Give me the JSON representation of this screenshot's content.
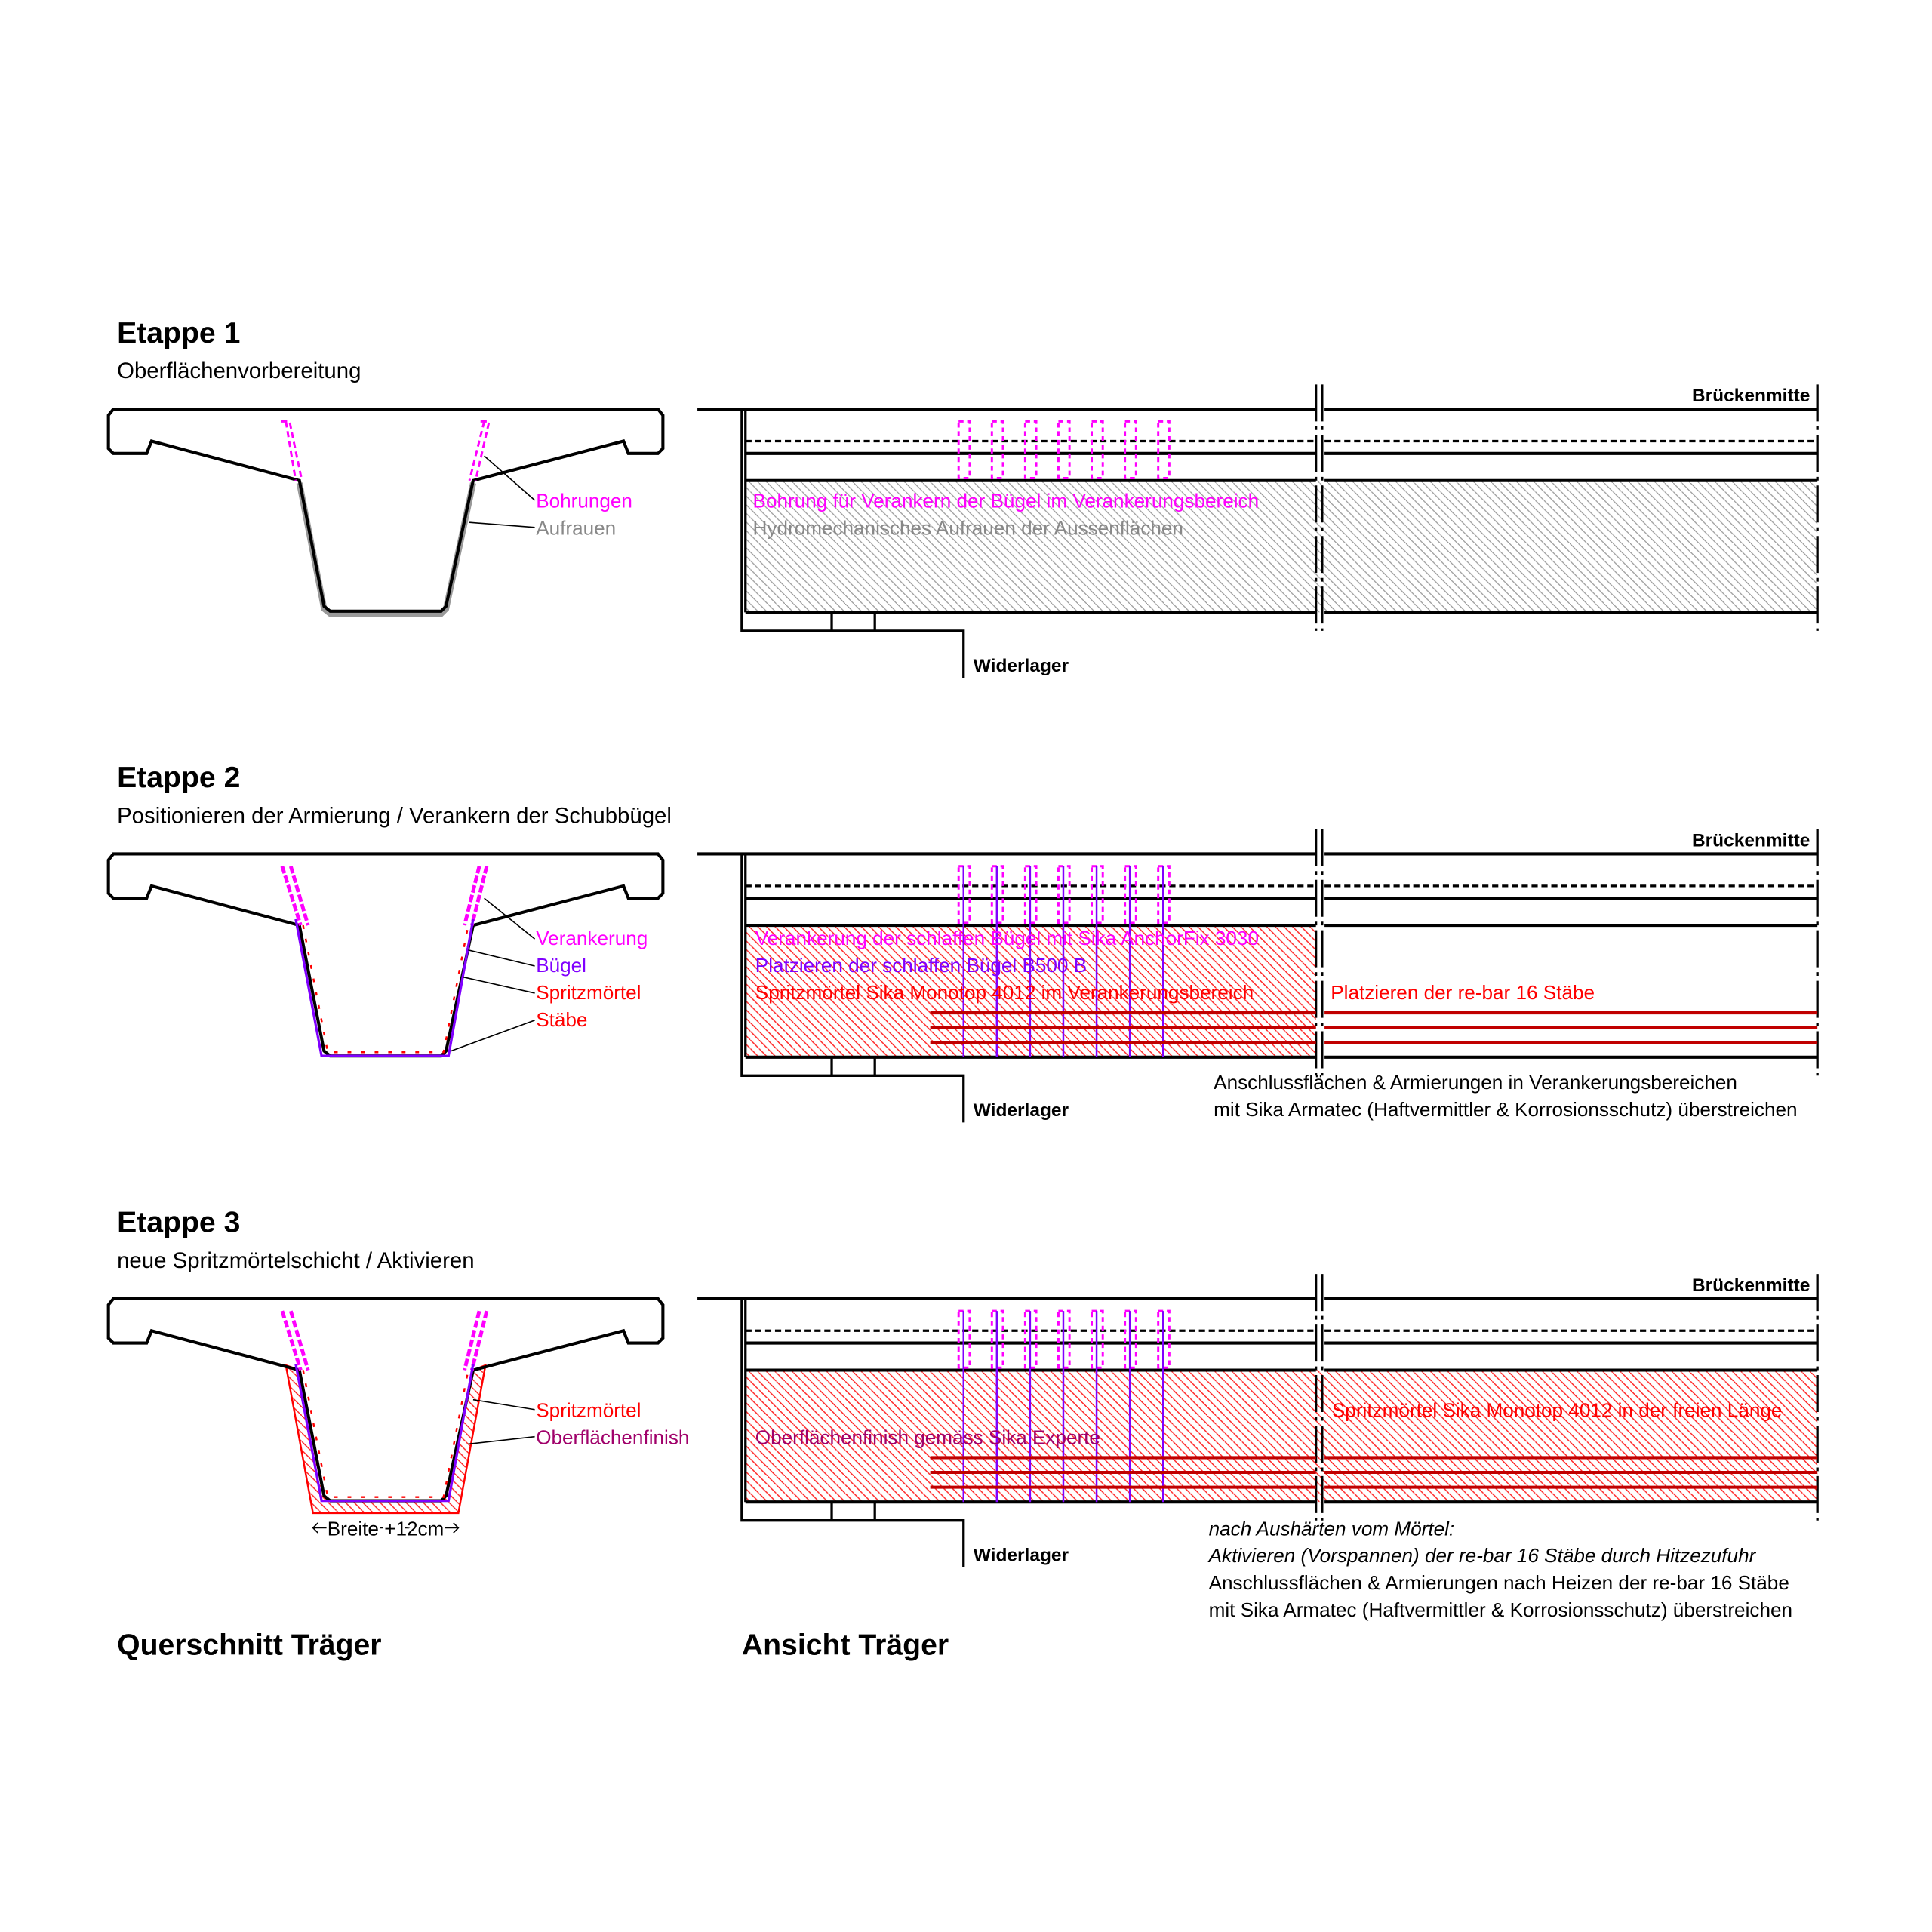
{
  "colors": {
    "magenta": "#ff00ff",
    "purple": "#8000ff",
    "red": "#ff0000",
    "darkred": "#c00000",
    "gray": "#888888"
  },
  "stages": [
    {
      "title": "Etappe 1",
      "subtitle": "Oberflächenvorbereitung",
      "section_labels": [
        "Bohrungen",
        "Aufrauen"
      ],
      "view_labels": [
        "Bohrung für Verankern der Bügel im Verankerungsbereich",
        "Hydromechanisches Aufrauen der Aussenflächen"
      ],
      "midspan": "Brückenmitte",
      "support": "Widerlager"
    },
    {
      "title": "Etappe 2",
      "subtitle": "Positionieren der Armierung / Verankern der Schubbügel",
      "section_labels": [
        "Verankerung",
        "Bügel",
        "Spritzmörtel",
        "Stäbe"
      ],
      "view_labels": [
        "Verankerung der schlaffen Bügel mit Sika AnchorFix 3030",
        "Platzieren der schlaffen Bügel B500 B",
        "Spritzmörtel Sika Monotop 4012 im Verankerungsbereich",
        "Platzieren der re-bar 16 Stäbe"
      ],
      "note": [
        "Anschlussflächen & Armierungen in Verankerungsbereichen",
        "mit Sika Armatec (Haftvermittler & Korrosionsschutz) überstreichen"
      ],
      "midspan": "Brückenmitte",
      "support": "Widerlager"
    },
    {
      "title": "Etappe 3",
      "subtitle": "neue Spritzmörtelschicht / Aktivieren",
      "section_labels": [
        "Spritzmörtel",
        "Oberflächenfinish"
      ],
      "width_label": "Breite +12cm",
      "view_labels": [
        "Spritzmörtel Sika Monotop 4012 in der freien Länge",
        "Oberflächenfinish gemäss Sika Experte"
      ],
      "note": [
        "nach Aushärten vom Mörtel:",
        "Aktivieren (Vorspannen) der re-bar 16 Stäbe durch Hitzezufuhr",
        "Anschlussflächen & Armierungen nach Heizen der re-bar 16 Stäbe",
        "mit Sika Armatec (Haftvermittler & Korrosionsschutz) überstreichen"
      ],
      "midspan": "Brückenmitte",
      "support": "Widerlager"
    }
  ],
  "footer": {
    "section_title": "Querschnitt Träger",
    "view_title": "Ansicht Träger"
  }
}
